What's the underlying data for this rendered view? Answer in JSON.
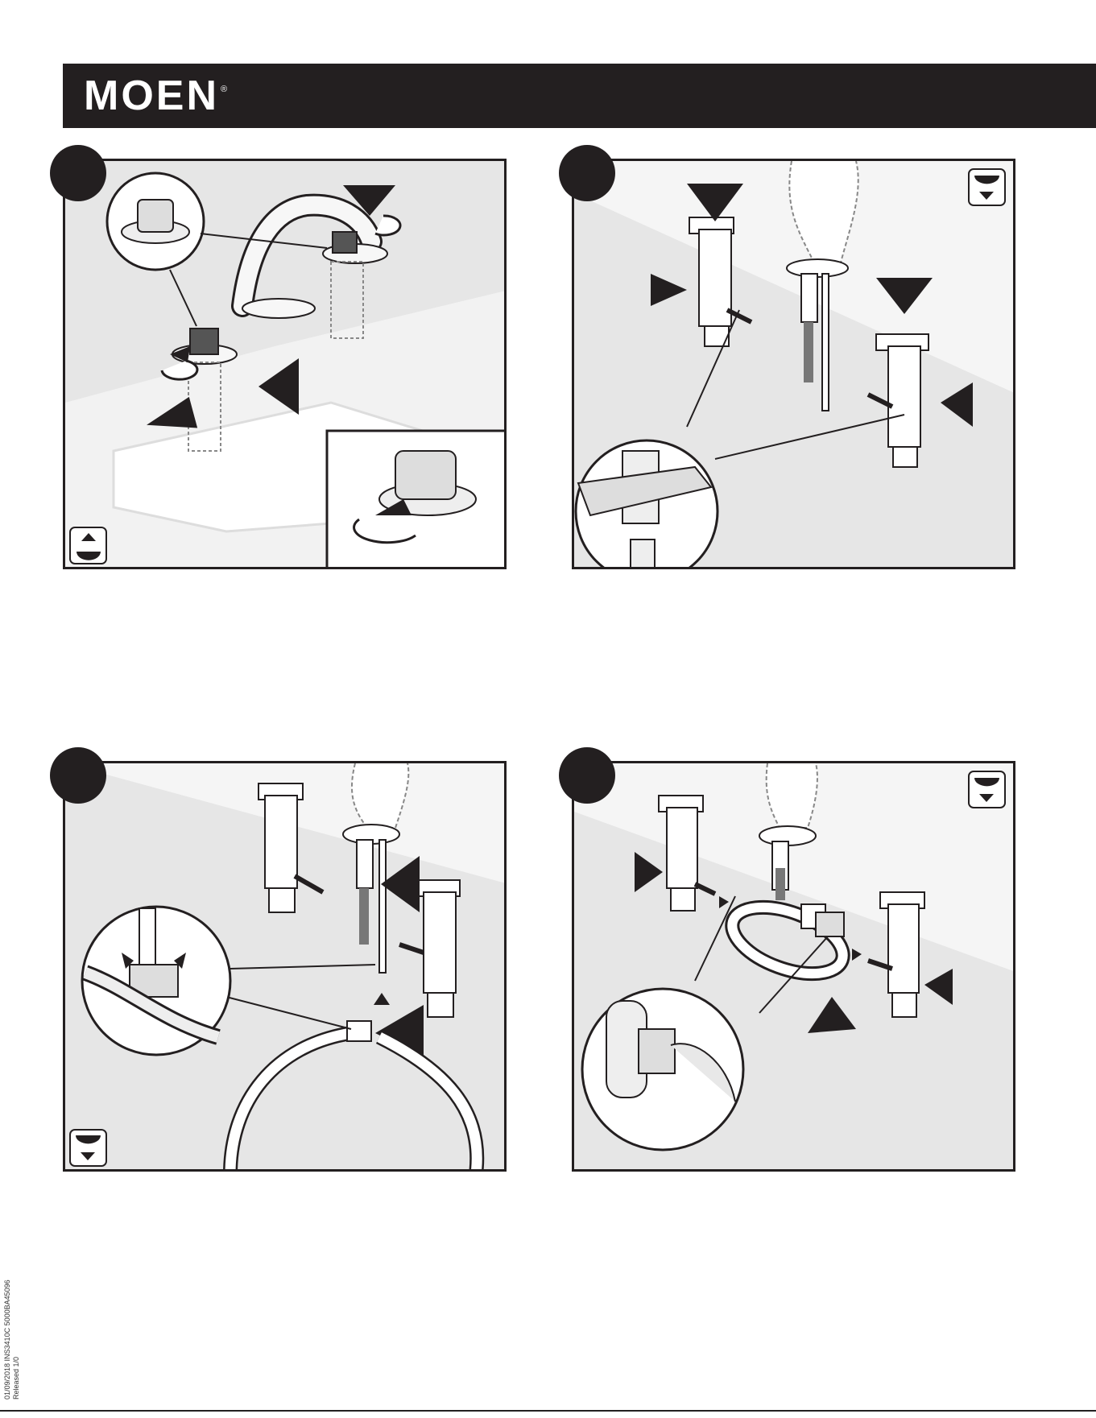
{
  "brand": {
    "name": "MOEN",
    "mark": "®"
  },
  "doc_codes": {
    "line1": "01/09/2018  INS3410C  5000BA45096",
    "line2": "Released 1/0"
  },
  "colors": {
    "header_bg": "#231f20",
    "panel_bg": "#e6e6e6",
    "ink": "#231f20"
  },
  "icons": {
    "water_on": "water-supply-up-icon",
    "water_off": "water-supply-down-icon"
  }
}
